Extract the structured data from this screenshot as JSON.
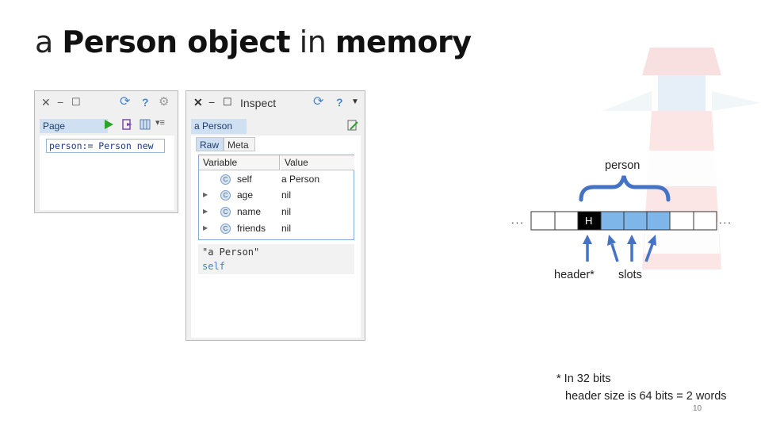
{
  "slide": {
    "title_parts": [
      "a",
      "Person object",
      "in",
      "memory"
    ],
    "page_number": "10"
  },
  "playground": {
    "tab_label": "Page",
    "code": "person:= Person new"
  },
  "inspector": {
    "title": "Inspect",
    "tab_label": "a Person",
    "subtabs": [
      "Raw",
      "Meta"
    ],
    "columns": [
      "Variable",
      "Value"
    ],
    "rows": [
      {
        "name": "self",
        "value": "a Person",
        "expandable": false
      },
      {
        "name": "age",
        "value": "nil",
        "expandable": true
      },
      {
        "name": "name",
        "value": "nil",
        "expandable": true
      },
      {
        "name": "friends",
        "value": "nil",
        "expandable": true
      }
    ],
    "eval_lines": [
      "\"a Person\"",
      "self"
    ]
  },
  "memory": {
    "object_label": "person",
    "header_cell": "H",
    "ellipsis_left": "...",
    "ellipsis_right": "...",
    "header_label": "header*",
    "slots_label": "slots",
    "accent": "#4472c4",
    "slot_fill": "#7fb6ea",
    "footnote_line1": "* In 32 bits",
    "footnote_line2": "header size is 64 bits = 2 words"
  }
}
